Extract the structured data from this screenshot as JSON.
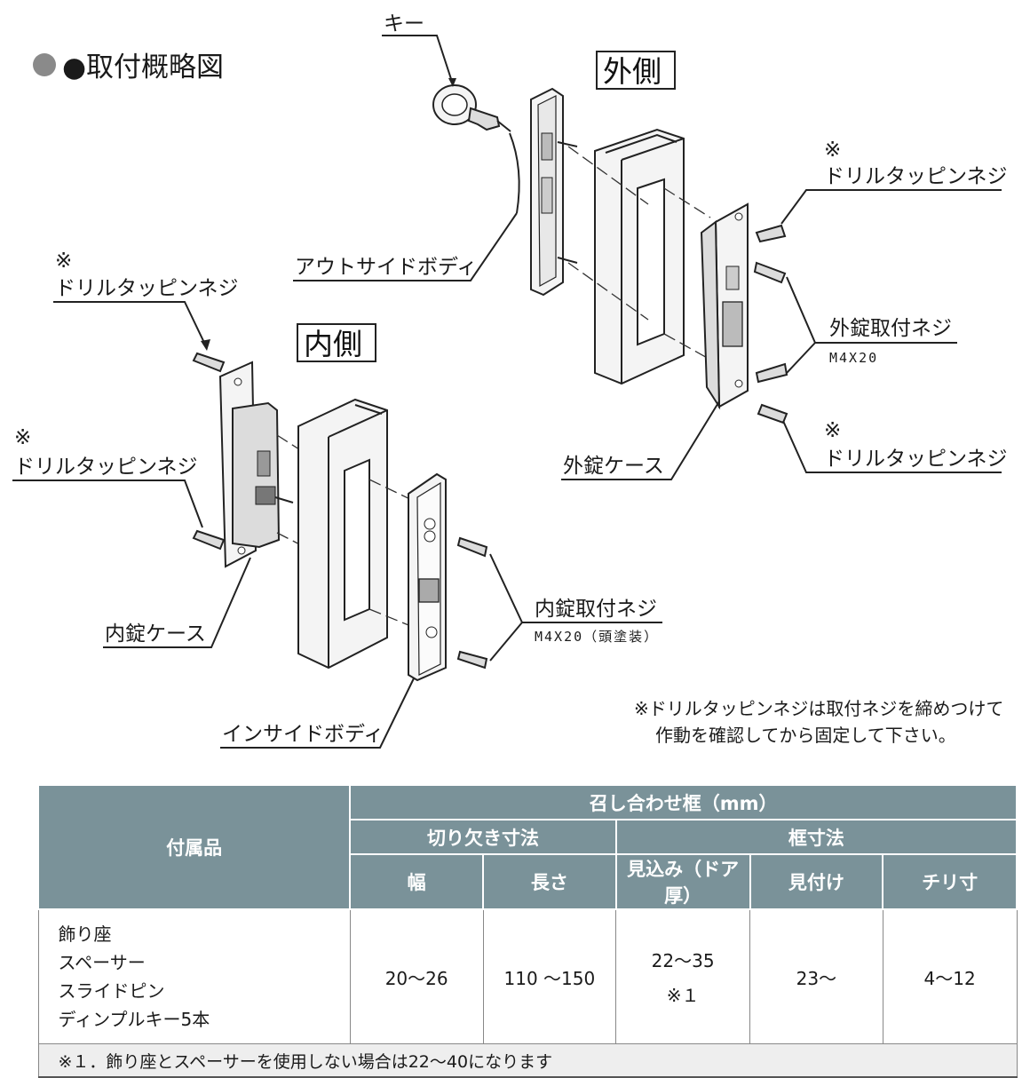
{
  "heading": "●取付概略図",
  "labels": {
    "outside": "外側",
    "inside": "内側",
    "key": "キー",
    "outside_body": "アウトサイドボディ",
    "inside_body": "インサイドボディ",
    "outer_lock_case": "外錠ケース",
    "inner_lock_case": "内錠ケース",
    "outer_screw": "外錠取付ネジ",
    "outer_screw_size": "M4X20",
    "inner_screw": "内錠取付ネジ",
    "inner_screw_size": "M4X20（頭塗装）",
    "drill_screw": "ドリルタッピンネジ",
    "asterisk": "※"
  },
  "note": {
    "line1": "※ドリルタッピンネジは取付ネジを締めつけて",
    "line2": "作動を確認してから固定して下さい。"
  },
  "table": {
    "header": {
      "accessories": "付属品",
      "frame": "召し合わせ框（mm）",
      "cutout": "切り欠き寸法",
      "frame_dims": "框寸法",
      "width": "幅",
      "length": "長さ",
      "depth": "見込み（ドア厚）",
      "face": "見付け",
      "clearance": "チリ寸"
    },
    "accessories": [
      "飾り座",
      "スペーサー",
      "スライドピン",
      "ディンプルキー5本"
    ],
    "values": {
      "width": "20〜26",
      "length": "110 〜150",
      "depth": "22〜35",
      "depth_note": "※１",
      "face": "23〜",
      "clearance": "4〜12"
    },
    "footnote": "※１．飾り座とスペーサーを使用しない場合は22〜40になります"
  }
}
